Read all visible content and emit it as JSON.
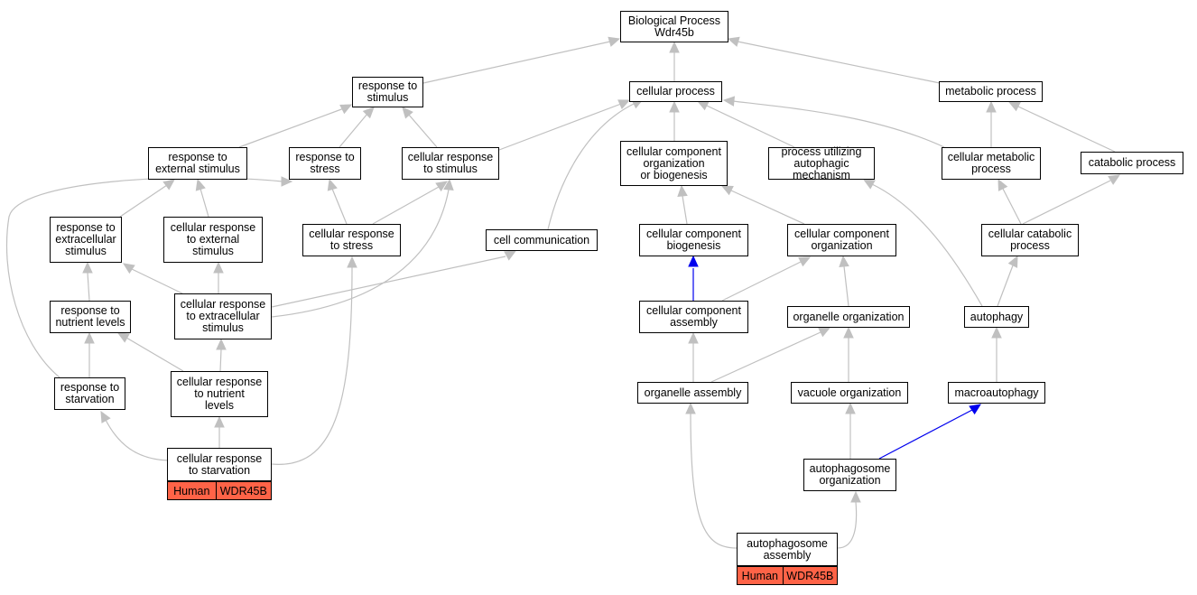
{
  "colors": {
    "edge": "#c0c0c0",
    "highlight_edge": "#0000ee",
    "tag_fill": "#ff6347",
    "node_border": "#000000"
  },
  "nodes": {
    "bp": "Biological Process\nWdr45b",
    "resp_stim": "response to\nstimulus",
    "cell_proc": "cellular process",
    "metab": "metabolic process",
    "resp_ext": "response to\nexternal stimulus",
    "resp_stress": "response to\nstress",
    "cell_resp_stim": "cellular response\nto stimulus",
    "ccob": "cellular component\norganization\nor biogenesis",
    "pua": "process utilizing\nautophagic mechanism",
    "cmp": "cellular metabolic\nprocess",
    "catab": "catabolic process",
    "resp_extra": "response to\nextracellular\nstimulus",
    "cr_ext": "cellular response\nto external\nstimulus",
    "cr_stress": "cellular response\nto stress",
    "cell_comm": "cell communication",
    "ccb": "cellular component\nbiogenesis",
    "cco": "cellular component\norganization",
    "ccp": "cellular catabolic\nprocess",
    "resp_nut": "response to\nnutrient levels",
    "cr_extra": "cellular response\nto extracellular\nstimulus",
    "cca": "cellular component\nassembly",
    "org_org": "organelle organization",
    "autophagy": "autophagy",
    "resp_starv": "response to\nstarvation",
    "cr_nut": "cellular response\nto nutrient\nlevels",
    "org_asm": "organelle assembly",
    "vac_org": "vacuole organization",
    "macro": "macroautophagy",
    "cr_starv": "cellular response\nto starvation",
    "apo": "autophagosome\norganization",
    "apa": "autophagosome\nassembly"
  },
  "tags": {
    "cr_starv": [
      "Human",
      "WDR45B"
    ],
    "apa": [
      "Human",
      "WDR45B"
    ]
  }
}
